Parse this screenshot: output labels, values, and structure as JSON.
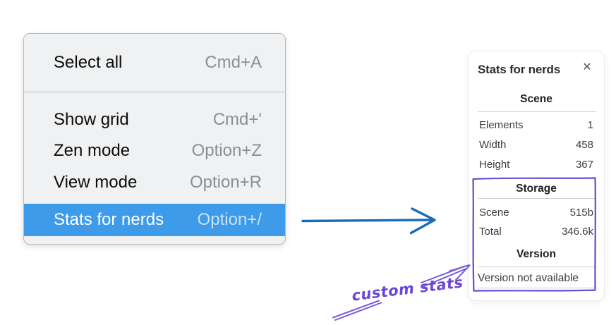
{
  "context_menu": {
    "items": [
      {
        "label": "Select all",
        "shortcut": "Cmd+A"
      },
      {
        "label": "Show grid",
        "shortcut": "Cmd+'"
      },
      {
        "label": "Zen mode",
        "shortcut": "Option+Z"
      },
      {
        "label": "View mode",
        "shortcut": "Option+R"
      },
      {
        "label": "Stats for nerds",
        "shortcut": "Option+/"
      }
    ],
    "highlighted_item": "Stats for nerds"
  },
  "stats_panel": {
    "title": "Stats for nerds",
    "close_icon": "✕",
    "scene": {
      "heading": "Scene",
      "rows": [
        {
          "label": "Elements",
          "value": "1"
        },
        {
          "label": "Width",
          "value": "458"
        },
        {
          "label": "Height",
          "value": "367"
        }
      ]
    },
    "storage": {
      "heading": "Storage",
      "rows": [
        {
          "label": "Scene",
          "value": "515b"
        },
        {
          "label": "Total",
          "value": "346.6k"
        }
      ]
    },
    "version": {
      "heading": "Version",
      "message": "Version not available"
    }
  },
  "annotations": {
    "custom_stats_label": "custom stats"
  },
  "colors": {
    "menu_background": "#f0f1f2",
    "menu_highlight": "#3e9be9",
    "arrow_blue": "#1a6cb5",
    "annotation_purple": "#6b4ad0"
  }
}
